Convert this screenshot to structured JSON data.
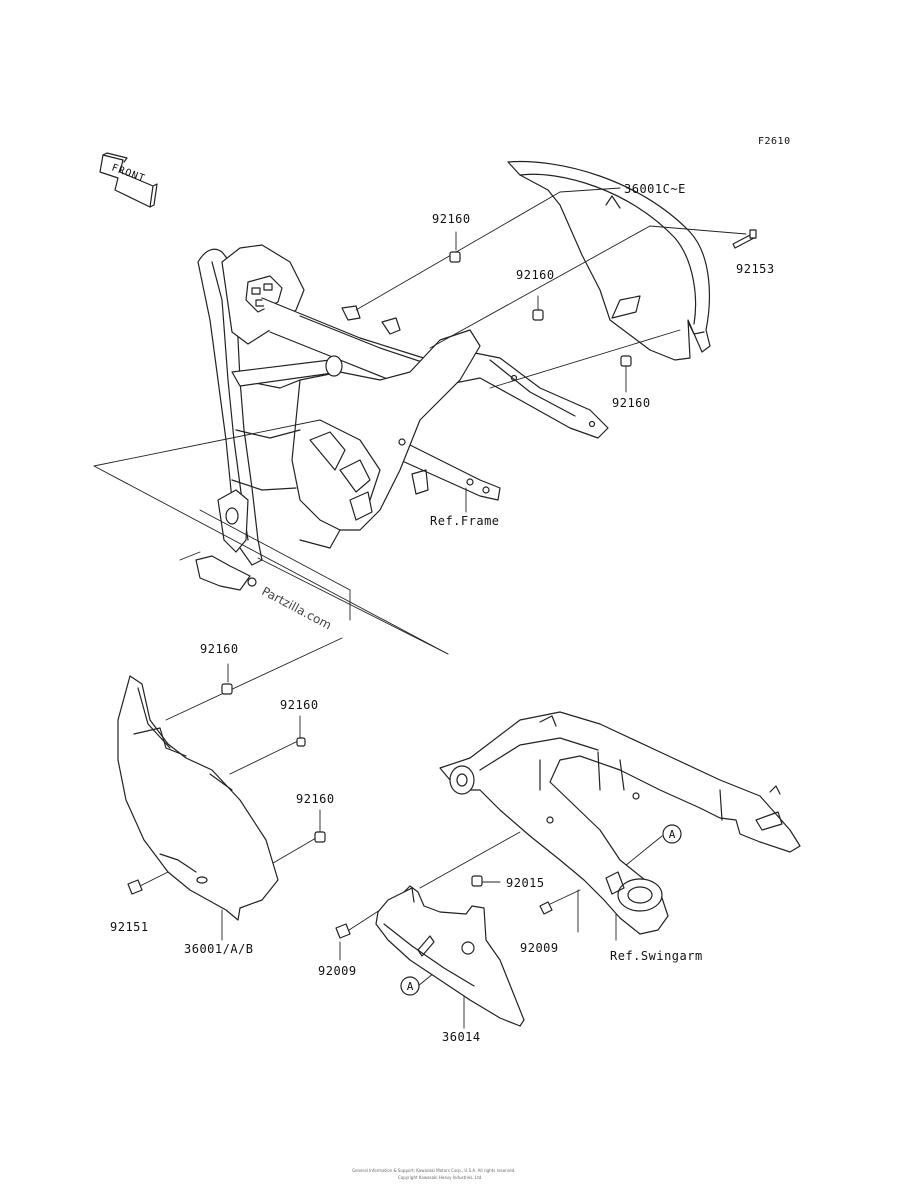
{
  "figure_code": "F2610",
  "front_label": "FRONT",
  "watermark": "Partzilla.com",
  "callout_letter": "A",
  "part_labels": {
    "p36001c_e": "36001C~E",
    "p92160_a": "92160",
    "p92153": "92153",
    "p92160_b": "92160",
    "p92160_c": "92160",
    "ref_frame": "Ref.Frame",
    "p92160_d": "92160",
    "p92160_e": "92160",
    "p92160_f": "92160",
    "p92015": "92015",
    "p92009_a": "92009",
    "ref_swingarm": "Ref.Swingarm",
    "p92151": "92151",
    "p36001_ab": "36001/A/B",
    "p92009_b": "92009",
    "p36014": "36014"
  },
  "footer_lines": [
    "General Information & Support: Kawasaki Motors Corp., U.S.A. All rights reserved.",
    "Copyright Kawasaki Heavy Industries, Ltd."
  ]
}
